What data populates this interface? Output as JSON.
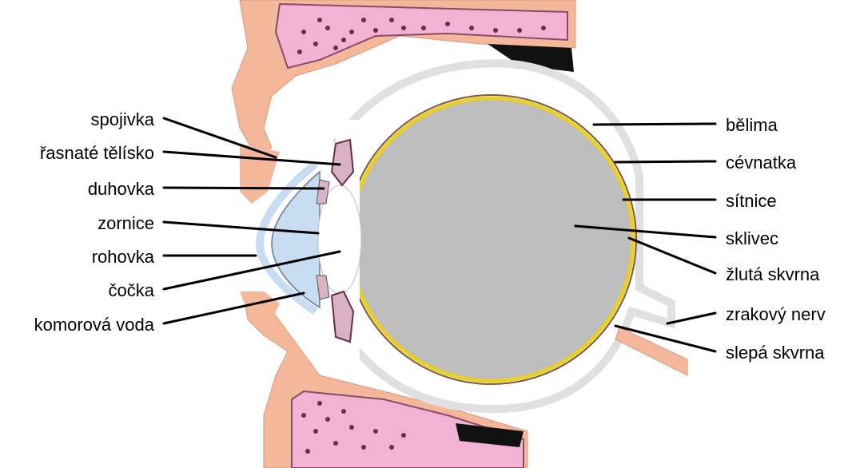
{
  "labels_left": [
    {
      "id": "spojivka",
      "text": "spojivka"
    },
    {
      "id": "rasnate-telisko",
      "text": "řasnaté tělísko"
    },
    {
      "id": "duhovka",
      "text": "duhovka"
    },
    {
      "id": "zornice",
      "text": "zornice"
    },
    {
      "id": "rohovka",
      "text": "rohovka"
    },
    {
      "id": "cocka",
      "text": "čočka"
    },
    {
      "id": "komorova-voda",
      "text": "komorová voda"
    }
  ],
  "labels_right": [
    {
      "id": "belima",
      "text": "bělima"
    },
    {
      "id": "cevnatka",
      "text": "cévnatka"
    },
    {
      "id": "sitnice",
      "text": "sítnice"
    },
    {
      "id": "sklivec",
      "text": "sklivec"
    },
    {
      "id": "zluta-skvrna",
      "text": "žlutá skvrna"
    },
    {
      "id": "zrakovy-nerv",
      "text": "zrakový nerv"
    },
    {
      "id": "slepa-skvrna",
      "text": "slepá skvrna"
    }
  ],
  "colors": {
    "vitreous": "#bdbdbd",
    "retina": "#e8cf2a",
    "skin_bone": "#f4b79a",
    "marrow": "#f0b3d4",
    "marrow_dots": "#6b2d4a",
    "aqueous": "#c8ddf2",
    "ciliary": "#d9b3c4"
  }
}
